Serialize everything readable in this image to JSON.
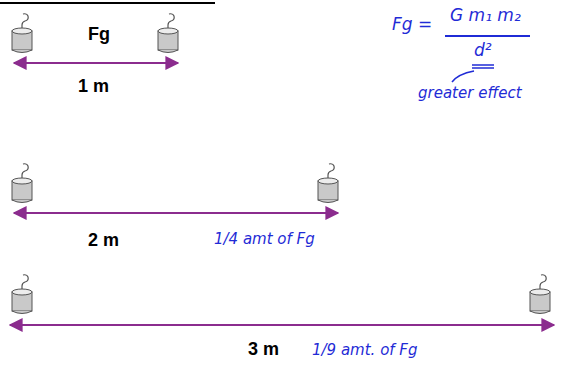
{
  "diagram": {
    "labels": [
      "Fg",
      "1 m",
      "2 m",
      "1/4 amt of Fg",
      "3 m",
      "1/9 amt. of Fg",
      "Fg =",
      "G m₁ m₂",
      "d²",
      "greater effect"
    ]
  }
}
